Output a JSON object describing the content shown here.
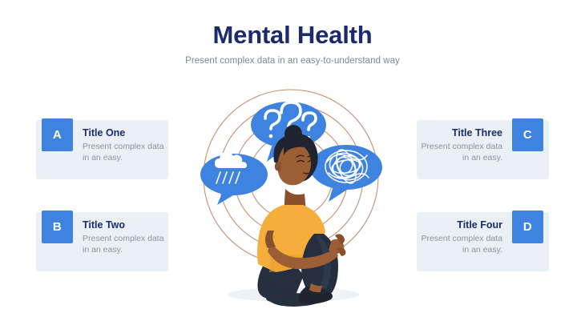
{
  "header": {
    "title": "Mental Health",
    "subtitle": "Present complex data in an easy-to-understand way"
  },
  "cards": [
    {
      "badge": "A",
      "title": "Title One",
      "body": "Present complex data in an easy.",
      "side": "left",
      "row": 1
    },
    {
      "badge": "B",
      "title": "Title Two",
      "body": "Present complex data in an easy.",
      "side": "left",
      "row": 2
    },
    {
      "badge": "C",
      "title": "Title Three",
      "body": "Present complex data in an easy.",
      "side": "right",
      "row": 1
    },
    {
      "badge": "D",
      "title": "Title Four",
      "body": "Present complex data in an easy.",
      "side": "right",
      "row": 2
    }
  ],
  "illustration": {
    "alt": "Person sitting hugging knees surrounded by thought bubbles and concentric rings",
    "thought_bubbles": [
      {
        "name": "question-marks-bubble",
        "symbol": "???"
      },
      {
        "name": "rain-cloud-bubble",
        "symbol": "rain cloud"
      },
      {
        "name": "tangled-scribble-bubble",
        "symbol": "tangle"
      }
    ],
    "rings_count": 4
  },
  "colors": {
    "title_navy": "#1b2a6b",
    "subtitle_gray": "#7b8794",
    "badge_blue": "#3f83e0",
    "card_bg": "#eaf0f6",
    "body_gray": "#8a939e",
    "ring_tan": "#c89070",
    "bubble_blue": "#3f83e0",
    "shirt_yellow": "#f5ad3c",
    "pants_navy": "#252f3e",
    "skin_brown": "#9c5f35",
    "hair_dark": "#1f2430",
    "page_bg": "#ffffff",
    "shadow_gray": "#eef1f5"
  }
}
